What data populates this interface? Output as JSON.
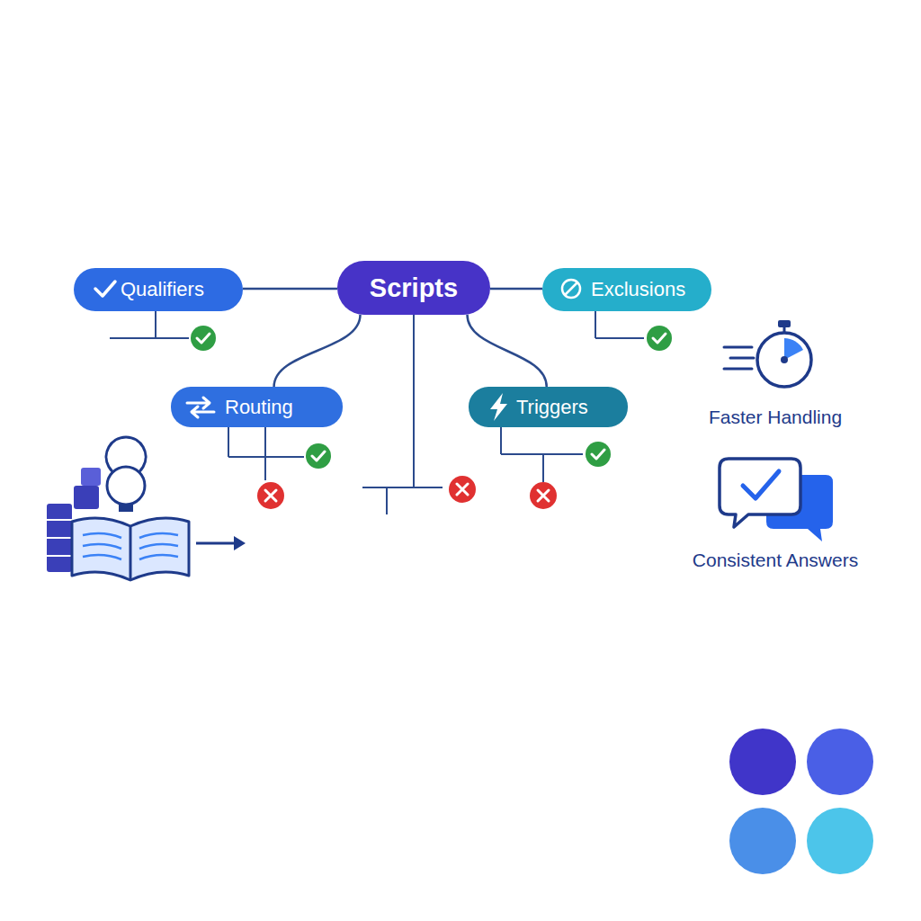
{
  "diagram": {
    "nodes": [
      {
        "text": [
          "Qualifiers"
        ]
      },
      {
        "text": [
          "Scripts"
        ]
      },
      {
        "text": [
          "Exclusions"
        ]
      },
      {
        "text": [
          "Routing"
        ]
      },
      {
        "text": [
          "Triggers"
        ]
      }
    ],
    "edges": [
      {
        "from": 1,
        "to": 0,
        "arrow": "none"
      },
      {
        "from": 1,
        "to": 2,
        "arrow": "none"
      },
      {
        "from": 1,
        "to": 3,
        "arrow": "none"
      },
      {
        "from": 1,
        "to": 4,
        "arrow": "none"
      }
    ],
    "labels": [
      "Faster Handling",
      "Consistent Answers"
    ]
  }
}
